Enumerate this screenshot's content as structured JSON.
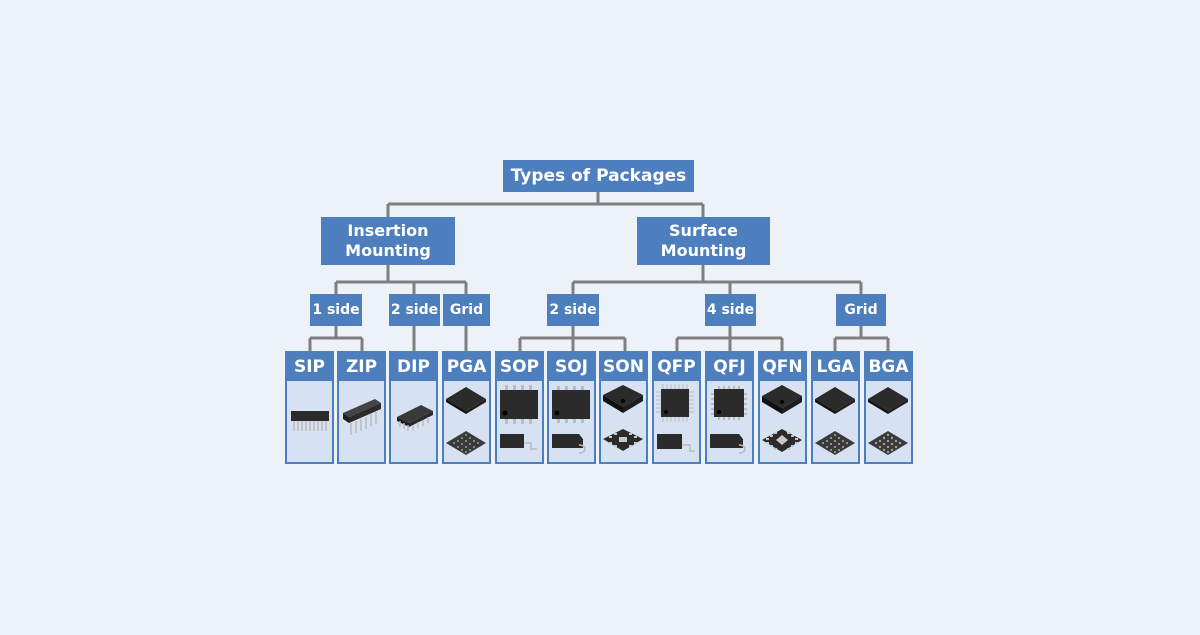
{
  "root": "Types of Packages",
  "categories": {
    "insertion": "Insertion\nMounting",
    "surface": "Surface\nMounting"
  },
  "subcategories": {
    "ins_1side": "1 side",
    "ins_2side": "2 side",
    "ins_grid": "Grid",
    "srf_2side": "2 side",
    "srf_4side": "4 side",
    "srf_grid": "Grid"
  },
  "packages": [
    "SIP",
    "ZIP",
    "DIP",
    "PGA",
    "SOP",
    "SOJ",
    "SON",
    "QFP",
    "QFJ",
    "QFN",
    "LGA",
    "BGA"
  ],
  "colors": {
    "box": "#4d7fbf",
    "card_bg": "#d6e2f2",
    "connector": "#7f7f7f",
    "chip": "#2b2b2b",
    "page_bg": "#edf2f9"
  }
}
